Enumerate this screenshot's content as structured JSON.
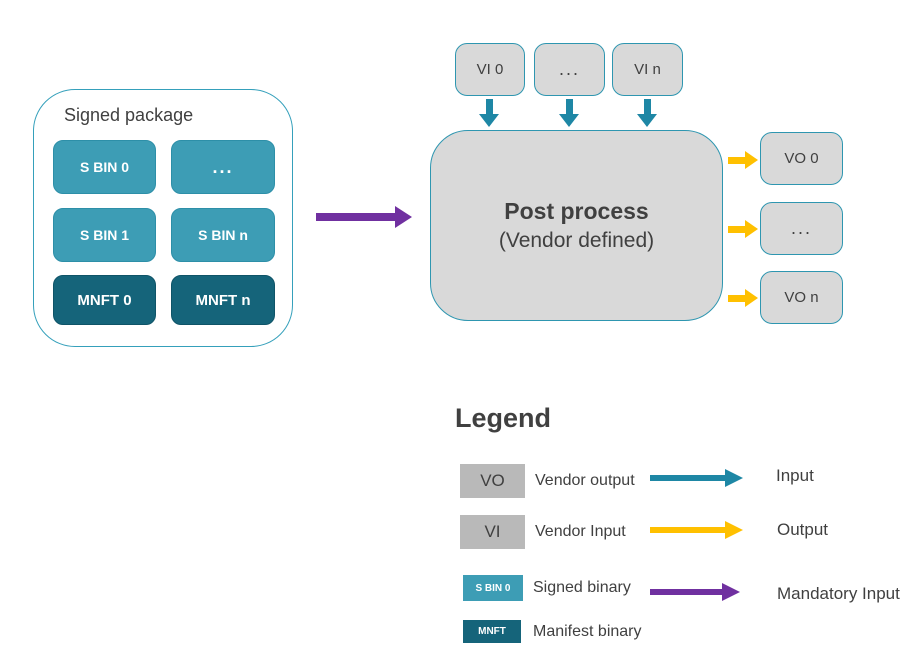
{
  "diagram": {
    "signed_package": {
      "title": "Signed package",
      "items": [
        {
          "label": "S BIN 0",
          "type": "signed-binary"
        },
        {
          "label": "...",
          "type": "signed-binary"
        },
        {
          "label": "S BIN 1",
          "type": "signed-binary"
        },
        {
          "label": "S BIN n",
          "type": "signed-binary"
        },
        {
          "label": "MNFT 0",
          "type": "manifest-binary"
        },
        {
          "label": "MNFT n",
          "type": "manifest-binary"
        }
      ]
    },
    "vendor_inputs": {
      "vi0": "VI 0",
      "dots": "...",
      "vin": "VI n"
    },
    "post_process": {
      "title": "Post process",
      "subtitle": "(Vendor defined)"
    },
    "vendor_outputs": {
      "vo0": "VO 0",
      "dots": "...",
      "von": "VO n"
    }
  },
  "legend": {
    "title": "Legend",
    "boxes": [
      {
        "symbol": "VO",
        "label": "Vendor output",
        "style": "gray"
      },
      {
        "symbol": "VI",
        "label": "Vendor Input",
        "style": "gray"
      },
      {
        "symbol": "S BIN 0",
        "label": "Signed binary",
        "style": "signed-binary"
      },
      {
        "symbol": "MNFT",
        "label": "Manifest binary",
        "style": "manifest-binary"
      }
    ],
    "arrows": [
      {
        "label": "Input",
        "color": "teal"
      },
      {
        "label": "Output",
        "color": "yellow"
      },
      {
        "label": "Mandatory Input",
        "color": "purple"
      }
    ]
  },
  "colors": {
    "signed_binary": "#3d9db5",
    "manifest_binary": "#15647a",
    "gray_node_fill": "#d9d9d9",
    "teal_border": "#2e96b0",
    "input_arrow": "#1e87a5",
    "output_arrow": "#ffc000",
    "mandatory_arrow": "#7030a0",
    "legend_gray_box": "#b9b9b9",
    "text": "#404040"
  }
}
